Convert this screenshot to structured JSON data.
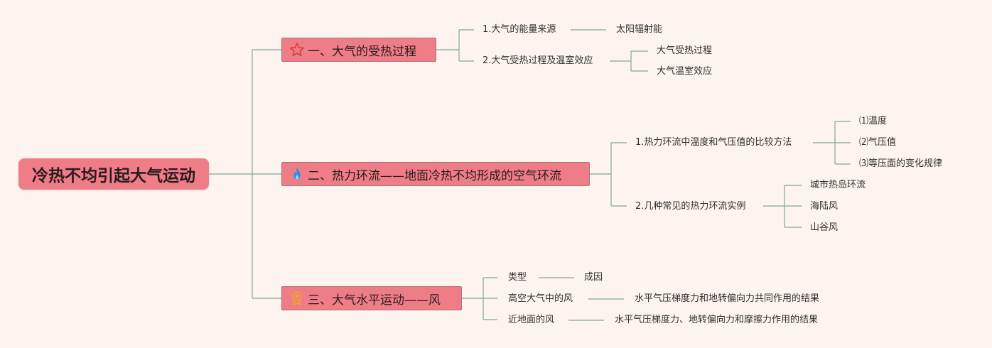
{
  "root": {
    "label": "冷热不均引起大气运动"
  },
  "branches": [
    {
      "label": "一、大气的受热过程",
      "icon": "star-icon",
      "items": [
        {
          "label": "1.大气的能量来源",
          "children": [
            "太阳辐射能"
          ]
        },
        {
          "label": "2.大气受热过程及温室效应",
          "children": [
            "大气受热过程",
            "大气温室效应"
          ]
        }
      ]
    },
    {
      "label": "二、热力环流——地面冷热不均形成的空气环流",
      "icon": "flame-icon",
      "items": [
        {
          "label": "1.热力环流中温度和气压值的比较方法",
          "children": [
            "⑴温度",
            "⑵气压值",
            "⑶等压面的变化规律"
          ]
        },
        {
          "label": "2.几种常见的热力环流实例",
          "children": [
            "城市热岛环流",
            "海陆风",
            "山谷风"
          ]
        }
      ]
    },
    {
      "label": "三、大气水平运动——风",
      "icon": "medal-icon",
      "items": [
        {
          "label": "类型",
          "children": [
            "成因"
          ]
        },
        {
          "label": "高空大气中的风",
          "children": [
            "水平气压梯度力和地转偏向力共同作用的结果"
          ]
        },
        {
          "label": "近地面的风",
          "children": [
            "水平气压梯度力、地转偏向力和摩擦力作用的结果"
          ]
        }
      ]
    }
  ],
  "colors": {
    "background": "#fdf4ef",
    "node_fill": "#ee7d87",
    "connector": "#7fa89a",
    "star_icon": "#e03a3a",
    "flame_icon": "#2f8fe0",
    "medal_icon": "#f0a030"
  }
}
